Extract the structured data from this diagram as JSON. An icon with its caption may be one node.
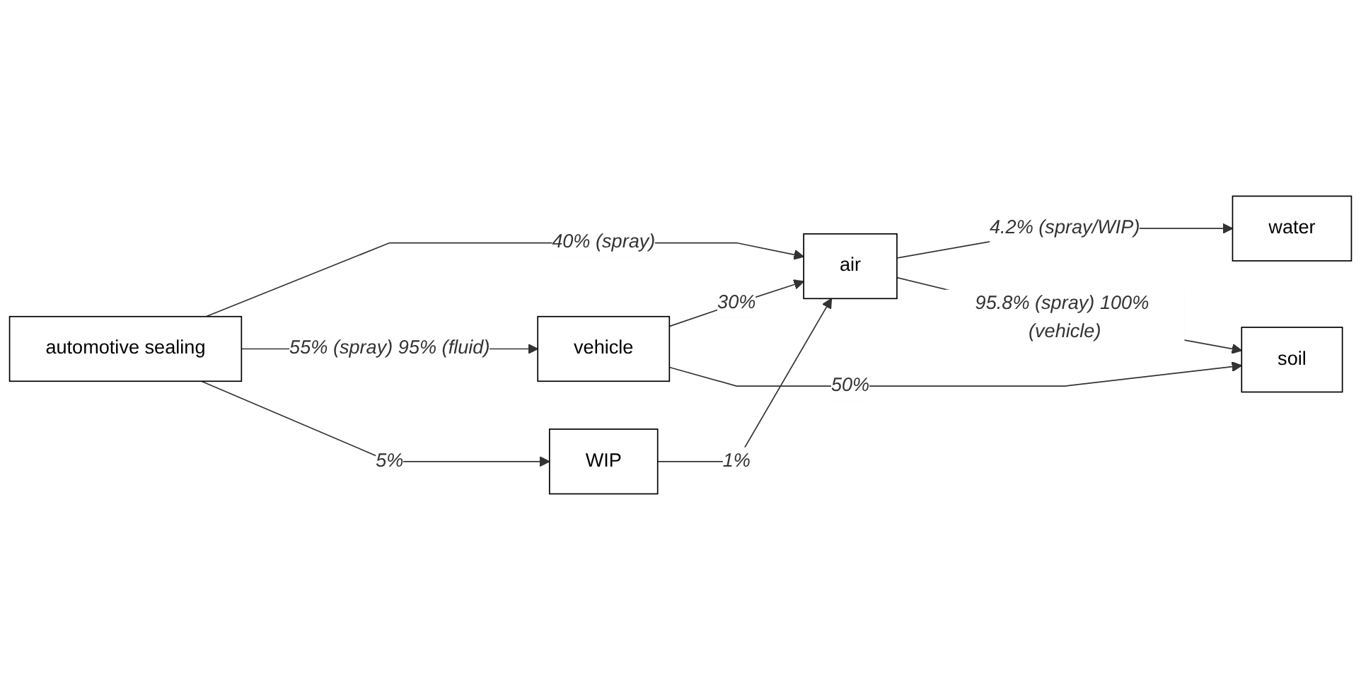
{
  "diagram": {
    "nodes": [
      {
        "text": [
          "air"
        ]
      },
      {
        "text": [
          "water"
        ]
      },
      {
        "text": [
          "automotive sealing"
        ]
      },
      {
        "text": [
          "vehicle"
        ]
      },
      {
        "text": [
          "soil"
        ]
      },
      {
        "text": [
          "WIP"
        ]
      }
    ],
    "edges": [
      {
        "from": 2,
        "to": 0,
        "arrow": "to",
        "label": "40% (spray)"
      },
      {
        "from": 2,
        "to": 3,
        "arrow": "to",
        "label": "55% (spray) 95% (fluid)"
      },
      {
        "from": 2,
        "to": 5,
        "arrow": "to",
        "label": "5%"
      },
      {
        "from": 3,
        "to": 0,
        "arrow": "to",
        "label": "30%"
      },
      {
        "from": 3,
        "to": 4,
        "arrow": "to",
        "label": "50%"
      },
      {
        "from": 0,
        "to": 1,
        "arrow": "to",
        "label": "4.2% (spray/WIP)"
      },
      {
        "from": 0,
        "to": 4,
        "arrow": "to",
        "label": "95.8% (spray) 100% (vehicle)"
      },
      {
        "from": 5,
        "to": 0,
        "arrow": "to",
        "label": "1%"
      }
    ]
  }
}
